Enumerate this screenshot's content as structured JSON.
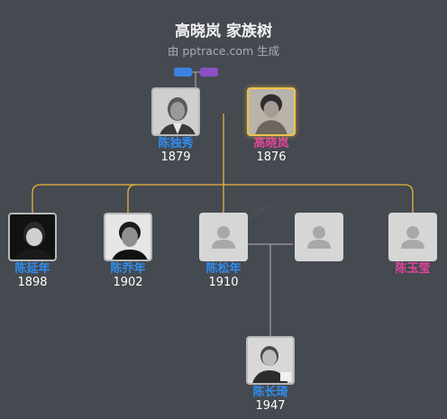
{
  "header": {
    "title": "高晓岚 家族树",
    "subtitle": "由 pptrace.com 生成",
    "watermark": "pptrace.com"
  },
  "colors": {
    "background": "#454950",
    "male": "#2f8ef0",
    "female": "#e0449a",
    "line_parent": "#e6b43c",
    "line_other": "#b0b0b0"
  },
  "people": {
    "father": {
      "name": "陈独秀",
      "year": "1879"
    },
    "mother": {
      "name": "高晓岚",
      "year": "1876"
    },
    "child1": {
      "name": "陈延年",
      "year": "1898"
    },
    "child2": {
      "name": "陈乔年",
      "year": "1902"
    },
    "child3": {
      "name": "陈松年",
      "year": "1910"
    },
    "child3_spouse": {
      "name": "",
      "year": ""
    },
    "child4": {
      "name": "陈玉莹",
      "year": ""
    },
    "grandchild": {
      "name": "陈长琦",
      "year": "1947"
    }
  }
}
